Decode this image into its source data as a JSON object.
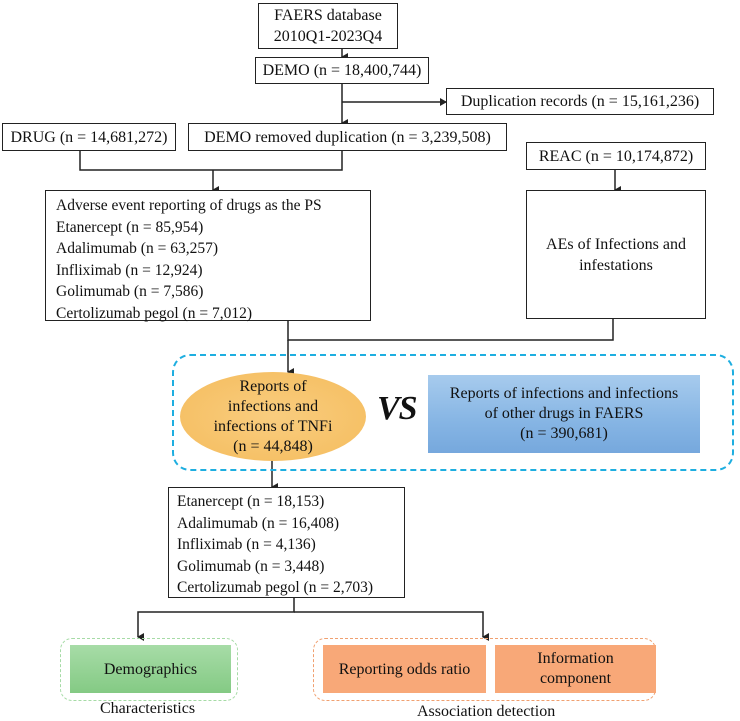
{
  "flowchart": {
    "source": {
      "line1": "FAERS database",
      "line2": "2010Q1-2023Q4"
    },
    "demo": "DEMO (n = 18,400,744)",
    "duplication": "Duplication records (n = 15,161,236)",
    "drug": "DRUG (n = 14,681,272)",
    "demo_removed": "DEMO removed duplication (n = 3,239,508)",
    "reac": "REAC (n = 10,174,872)",
    "ps_reports": {
      "title": "Adverse event reporting of drugs as the PS",
      "items": [
        "Etanercept  (n = 85,954)",
        "Adalimumab (n = 63,257)",
        "Infliximab (n = 12,924)",
        "Golimumab (n = 7,586)",
        "Certolizumab pegol (n = 7,012)"
      ]
    },
    "aes": {
      "line1": "AEs of Infections and",
      "line2": "infestations"
    },
    "tnfi_reports": {
      "lines": [
        "Reports of",
        "infections and",
        "infections of TNFi",
        "(n = 44,848)"
      ]
    },
    "vs_label": "VS",
    "other_reports": {
      "lines": [
        "Reports of infections and infections",
        "of other drugs in FAERS",
        "(n = 390,681)"
      ]
    },
    "tnfi_breakdown": {
      "items": [
        "Etanercept  (n = 18,153)",
        "Adalimumab (n = 16,408)",
        "Infliximab (n = 4,136)",
        "Golimumab (n = 3,448)",
        "Certolizumab pegol (n = 2,703)"
      ]
    },
    "characteristics": {
      "box": "Demographics",
      "caption": "Characteristics"
    },
    "association": {
      "boxes": [
        {
          "lines": [
            "Reporting odds ratio"
          ]
        },
        {
          "lines": [
            "Information",
            "component"
          ]
        }
      ],
      "caption": "Association detection"
    }
  },
  "colors": {
    "line": "#222222",
    "dashed_blue": "#1eaee0",
    "tnfi_ellipse": "#f6c167",
    "other_box": "#8ab8e6",
    "green_box": "#8fd08f",
    "orange_box": "#f8a878"
  }
}
